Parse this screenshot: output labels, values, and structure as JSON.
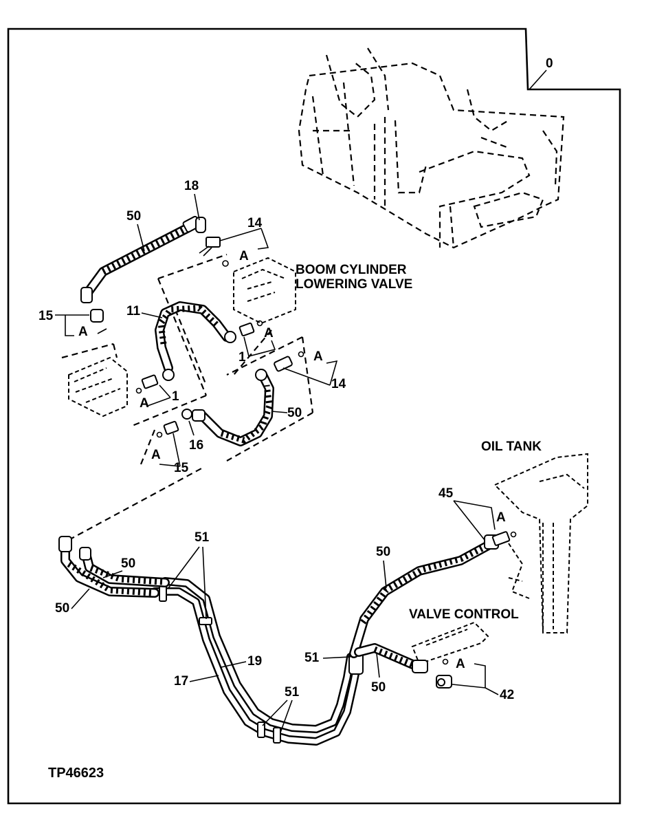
{
  "drawing_id": "TP46623",
  "callouts": {
    "c0": "0",
    "c18": "18",
    "c50_top": "50",
    "c14_top": "14",
    "cA_top": "A",
    "c15_left": "15",
    "cA_left": "A",
    "c11": "11",
    "cA_mid": "A",
    "c1_mid": "1",
    "cA_right": "A",
    "c14_right": "14",
    "cA_lower": "A",
    "c1_lower": "1",
    "c50_mid": "50",
    "c16": "16",
    "cA_bottom": "A",
    "c15_bottom": "15",
    "c45": "45",
    "cA_tank": "A",
    "c50_up": "50",
    "c51_top": "51",
    "c50_left1": "50",
    "c50_left2": "50",
    "c19": "19",
    "c17": "17",
    "c51_mid": "51",
    "c51_bot": "51",
    "c50_valve": "50",
    "cA_valve": "A",
    "c42": "42"
  },
  "labels": {
    "boom_line1": "BOOM CYLINDER",
    "boom_line2": "LOWERING VALVE",
    "oil_tank": "OIL TANK",
    "valve_control": "VALVE CONTROL"
  }
}
